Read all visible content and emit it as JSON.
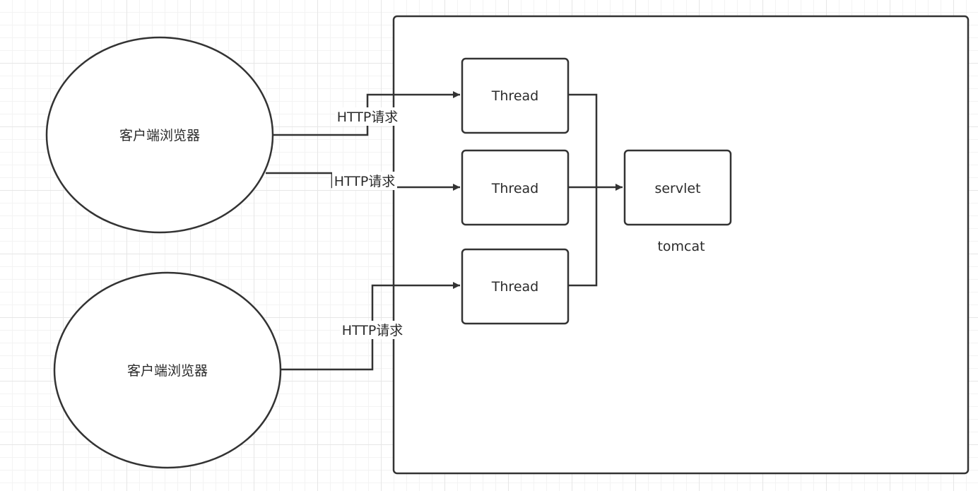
{
  "diagram": {
    "container": {
      "label": "tomcat"
    },
    "clients": [
      {
        "label": "客户端浏览器"
      },
      {
        "label": "客户端浏览器"
      }
    ],
    "threads": [
      {
        "label": "Thread"
      },
      {
        "label": "Thread"
      },
      {
        "label": "Thread"
      }
    ],
    "servlet": {
      "label": "servlet"
    },
    "edges": [
      {
        "label": "HTTP请求"
      },
      {
        "label": "HTTP请求"
      },
      {
        "label": "HTTP请求"
      }
    ],
    "colors": {
      "stroke": "#333333",
      "text": "#2b2b2b",
      "fill": "#ffffff",
      "grid": "#e6e6e6"
    }
  }
}
